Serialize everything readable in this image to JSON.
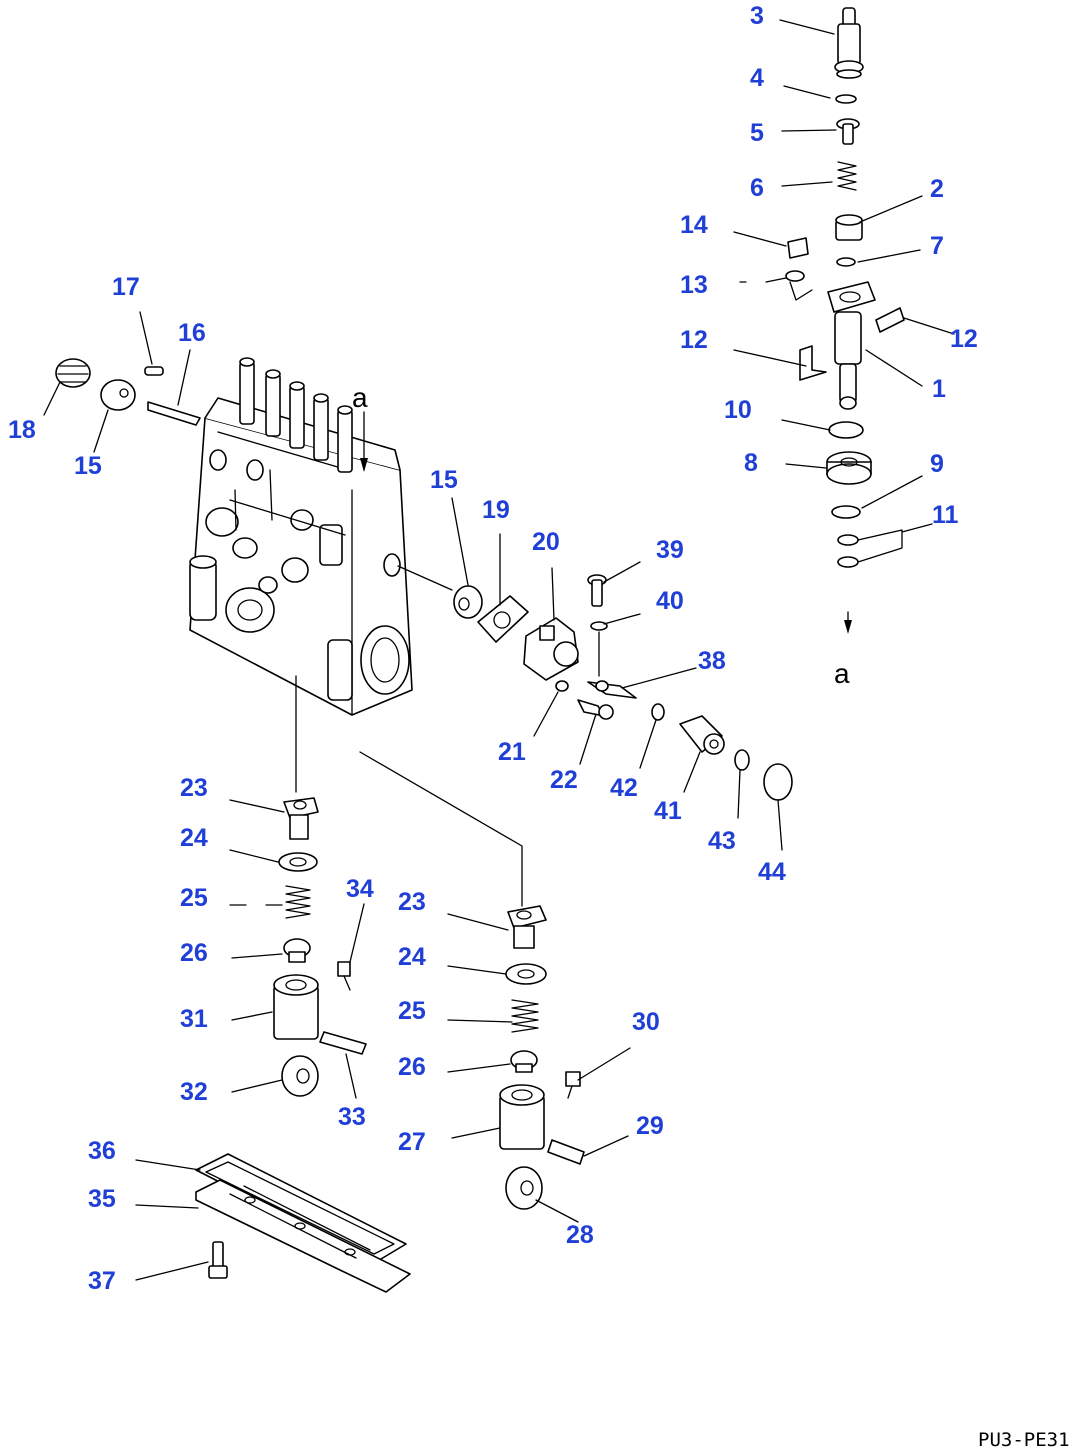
{
  "diagram": {
    "view_marker": "a",
    "drawing_code": "PU3-PE31",
    "callouts": [
      "1",
      "2",
      "3",
      "4",
      "5",
      "6",
      "7",
      "8",
      "9",
      "10",
      "11",
      "12",
      "12",
      "13",
      "14",
      "15",
      "15",
      "16",
      "17",
      "18",
      "19",
      "20",
      "21",
      "22",
      "23",
      "23",
      "24",
      "24",
      "25",
      "25",
      "26",
      "26",
      "27",
      "28",
      "29",
      "30",
      "31",
      "32",
      "33",
      "34",
      "35",
      "36",
      "37",
      "38",
      "39",
      "40",
      "41",
      "42",
      "43",
      "44"
    ]
  },
  "colors": {
    "callout": "#1f3fd6",
    "line": "#000000",
    "background": "#ffffff"
  }
}
